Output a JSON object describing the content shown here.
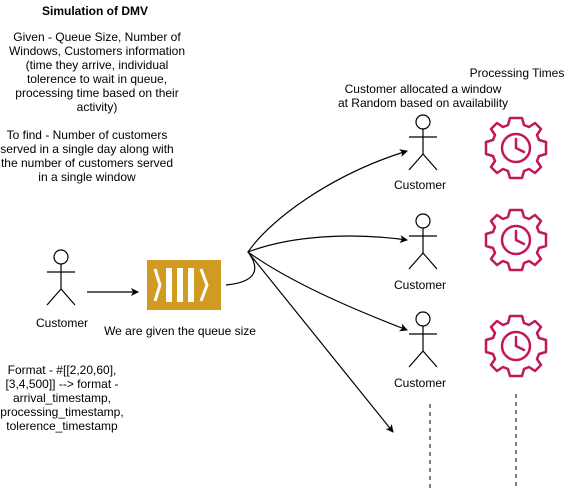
{
  "title": "Simulation of DMV",
  "given": [
    "Given - Queue Size, Number of",
    "Windows, Customers information",
    "(time they arrive, individual",
    "tolerence to wait in queue,",
    "processing time based on their",
    "activity)"
  ],
  "to_find": [
    "To find - Number of customers",
    "served in a single day along with",
    "the number of customers served",
    "in a single window"
  ],
  "format": [
    "Format - #[[2,20,60],",
    "[3,4,500]] --> format -",
    "arrival_timestamp,",
    "processing_timestamp,",
    "tolerence_timestamp"
  ],
  "customer_label": "Customer",
  "queue_label": "We are given the queue size",
  "allocation_note": [
    "Customer allocated a window",
    "at Random based on availability"
  ],
  "processing_times_label": "Processing Times",
  "windows": [
    {
      "customer_label": "Customer"
    },
    {
      "customer_label": "Customer"
    },
    {
      "customer_label": "Customer"
    }
  ],
  "colors": {
    "queue": "#D19B22",
    "timer": "#C2185B",
    "line": "#000000"
  },
  "icons": {
    "person": "stick-figure-icon",
    "queue": "queue-icon",
    "timer": "gear-clock-icon"
  }
}
